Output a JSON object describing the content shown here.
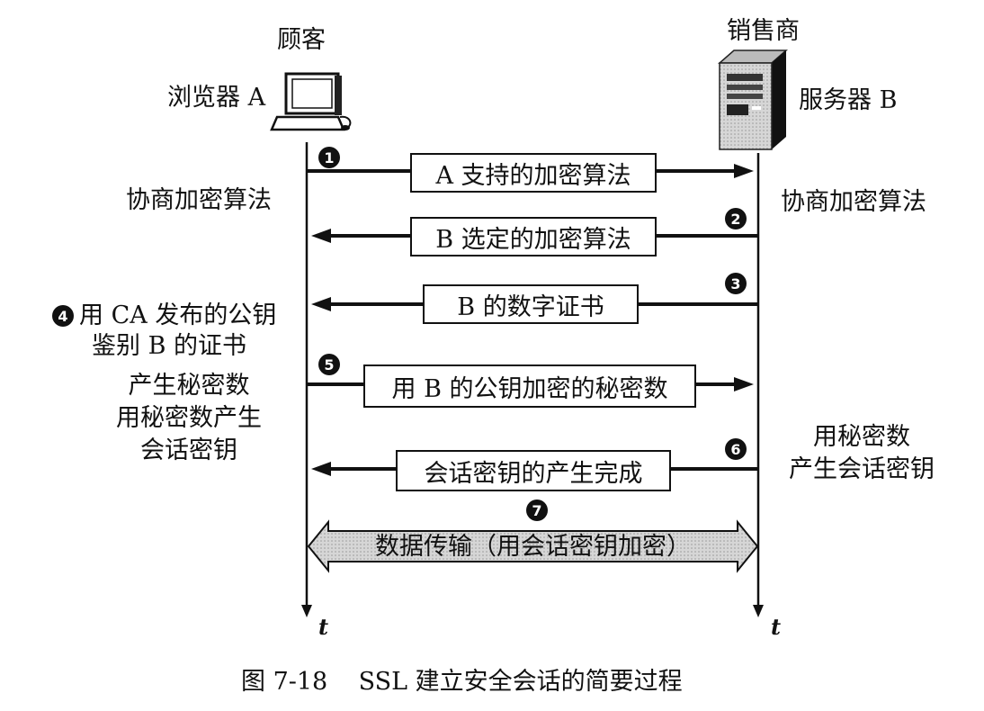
{
  "client": {
    "role": "顾客",
    "name": "浏览器 A"
  },
  "server": {
    "role": "销售商",
    "name": "服务器 B"
  },
  "left_notes": {
    "negotiate": "协商加密算法",
    "verify_line1": "用 CA 发布的公钥",
    "verify_line2": "鉴别 B 的证书",
    "secret_line1": "产生秘密数",
    "secret_line2": "用秘密数产生",
    "secret_line3": "会话密钥"
  },
  "right_notes": {
    "negotiate": "协商加密算法",
    "session_line1": "用秘密数",
    "session_line2": "产生会话密钥"
  },
  "steps": [
    {
      "num": "1",
      "label": "A 支持的加密算法"
    },
    {
      "num": "2",
      "label": "B 选定的加密算法"
    },
    {
      "num": "3",
      "label": "B 的数字证书"
    },
    {
      "num": "4",
      "label": ""
    },
    {
      "num": "5",
      "label": "用 B 的公钥加密的秘密数"
    },
    {
      "num": "6",
      "label": "会话密钥的产生完成"
    },
    {
      "num": "7",
      "label": "数据传输（用会话密钥加密）"
    }
  ],
  "time_axis": {
    "left": "t",
    "right": "t"
  },
  "caption": "图 7-18    SSL 建立安全会话的简要过程",
  "colors": {
    "line": "#111111",
    "data_band": "#d4d4d4",
    "monitor_screen": "#ffffff",
    "server_body": "#555555"
  }
}
